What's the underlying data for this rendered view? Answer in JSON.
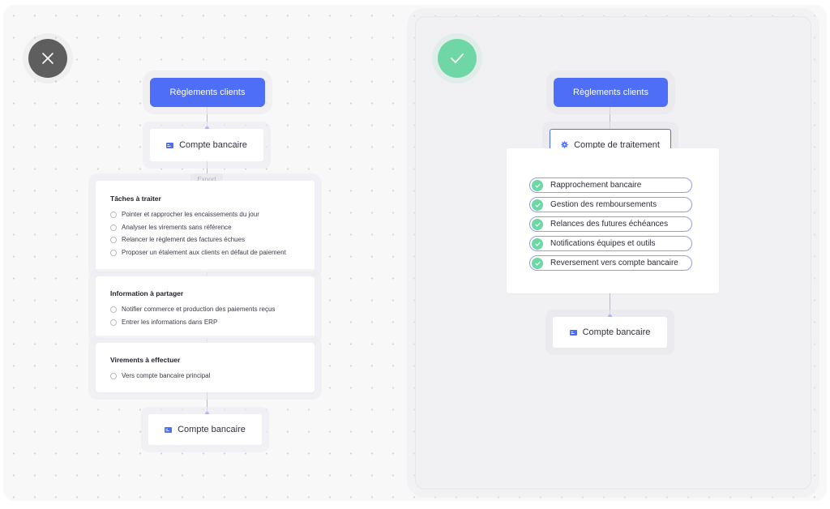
{
  "left_diagram": {
    "top_button": "Règlements clients",
    "bank_top": "Compte bancaire",
    "export_tag": "Export",
    "sections": [
      {
        "title": "Tâches à traiter",
        "items": [
          "Pointer et rapprocher les encaissements du jour",
          "Analyser les virements sans référence",
          "Relancer le règlement des factures échues",
          "Proposer un étalement aux clients en défaut de paiement"
        ]
      },
      {
        "title": "Information à partager",
        "items": [
          "Notifier commerce et production des paiements reçus",
          "Entrer les informations dans ERP"
        ]
      },
      {
        "title": "Virements à effectuer",
        "items": [
          "Vers compte bancaire principal"
        ]
      }
    ],
    "bank_bottom": "Compte bancaire"
  },
  "right_diagram": {
    "top_button": "Règlements clients",
    "processing_account": "Compte de traitement",
    "items": [
      "Rapprochement bancaire",
      "Gestion des remboursements",
      "Relances des futures échéances",
      "Notifications équipes et outils",
      "Reversement vers compte bancaire"
    ],
    "bank_bottom": "Compte bancaire"
  },
  "icons": {
    "bad_badge": "close-icon",
    "good_badge": "checkmark-icon",
    "bank": "bank-account-icon",
    "processing": "gear-icon",
    "item_check": "check-circle-icon"
  },
  "colors": {
    "accent": "#4f6ef7",
    "success": "#6fd7a6",
    "bad": "#5e5e5e"
  }
}
